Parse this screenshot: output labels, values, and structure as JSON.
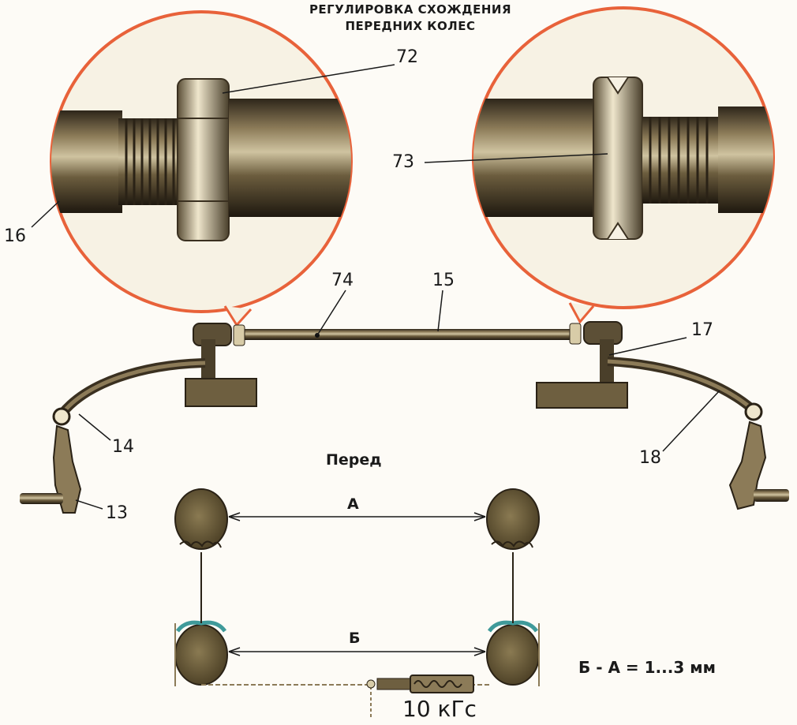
{
  "title_line1": "РЕГУЛИРОВКА СХОЖДЕНИЯ",
  "title_line2": "ПЕРЕДНИХ КОЛЕС",
  "callouts": {
    "c72": "72",
    "c73": "73",
    "c16": "16",
    "c74": "74",
    "c15": "15",
    "c17": "17",
    "c14": "14",
    "c18": "18",
    "c13": "13"
  },
  "front_label": "Перед",
  "dim_a": "А",
  "dim_b": "Б",
  "formula": "Б - А = 1...3 мм",
  "force": "10 кГс",
  "colors": {
    "circle_border": "#e8623a",
    "metal_dark": "#3b3224",
    "metal_mid": "#7a6a4a",
    "tire": "#6e5f3c",
    "teal_accent": "#3f9a9a"
  }
}
